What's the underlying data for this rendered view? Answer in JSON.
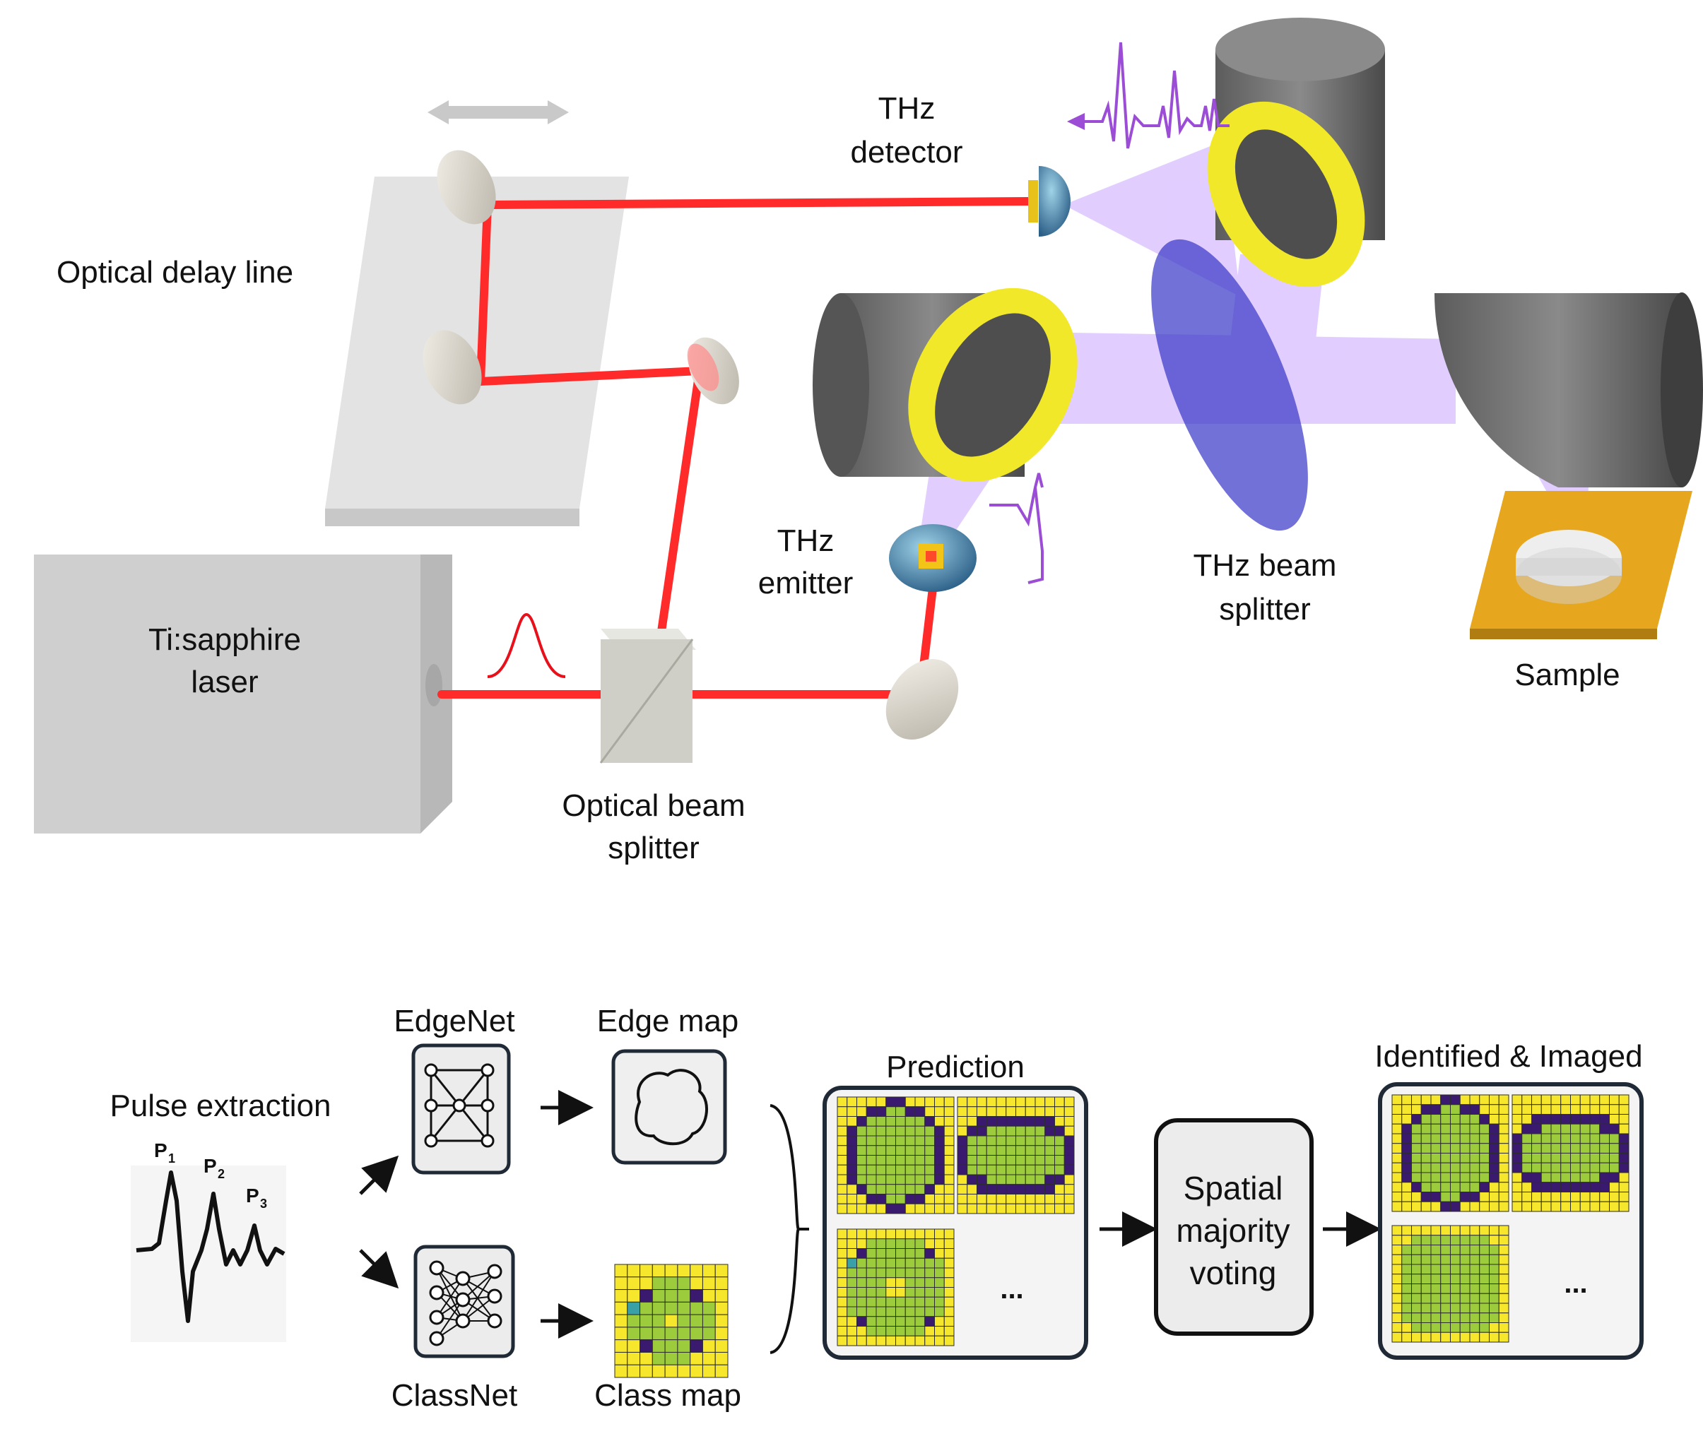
{
  "setup": {
    "optical_delay_line": "Optical delay line",
    "laser_line1": "Ti:sapphire",
    "laser_line2": "laser",
    "beam_splitter_line1": "Optical beam",
    "beam_splitter_line2": "splitter",
    "thz_emitter_line1": "THz",
    "thz_emitter_line2": "emitter",
    "thz_detector_line1": "THz",
    "thz_detector_line2": "detector",
    "thz_beam_splitter_line1": "THz beam",
    "thz_beam_splitter_line2": "splitter",
    "sample": "Sample"
  },
  "pipeline": {
    "pulse_extraction": "Pulse extraction",
    "pulse_peaks": [
      "P",
      "P",
      "P"
    ],
    "pulse_peak_indices": [
      "1",
      "2",
      "3"
    ],
    "edgenet": "EdgeNet",
    "classnet": "ClassNet",
    "edge_map": "Edge map",
    "class_map": "Class map",
    "prediction": "Prediction",
    "spatial_voting_line1": "Spatial",
    "spatial_voting_line2": "majority",
    "spatial_voting_line3": "voting",
    "identified_imaged": "Identified & Imaged",
    "ellipsis": "..."
  },
  "colors": {
    "laser_beam": "#ff2a2a",
    "thz_beam": "#c9a6ff",
    "thz_pulse": "#9b4dd6",
    "grid_yellow": "#f6e62c",
    "grid_green": "#9ccc3c",
    "grid_purple": "#3a1a6e",
    "grid_teal": "#3aa0a8",
    "mirror_gold": "#f2e82a",
    "box_border": "#1f2a36"
  }
}
